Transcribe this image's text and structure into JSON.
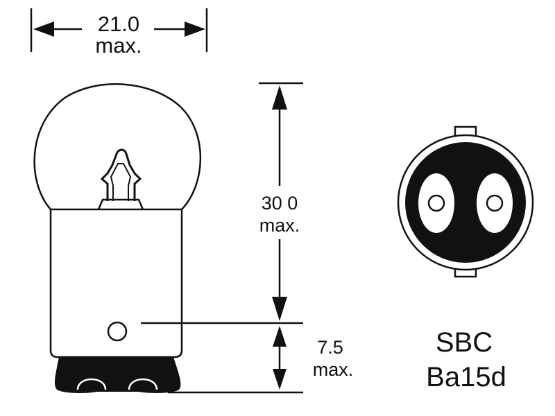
{
  "dimensions": {
    "width": {
      "value": "21.0",
      "qualifier": "max."
    },
    "height": {
      "value": "30 0",
      "qualifier": "max."
    },
    "pin_offset": {
      "value": "7.5",
      "qualifier": "max."
    }
  },
  "cap": {
    "type": "SBC",
    "code": "Ba15d"
  },
  "colors": {
    "line": "#111111",
    "background": "#ffffff"
  }
}
